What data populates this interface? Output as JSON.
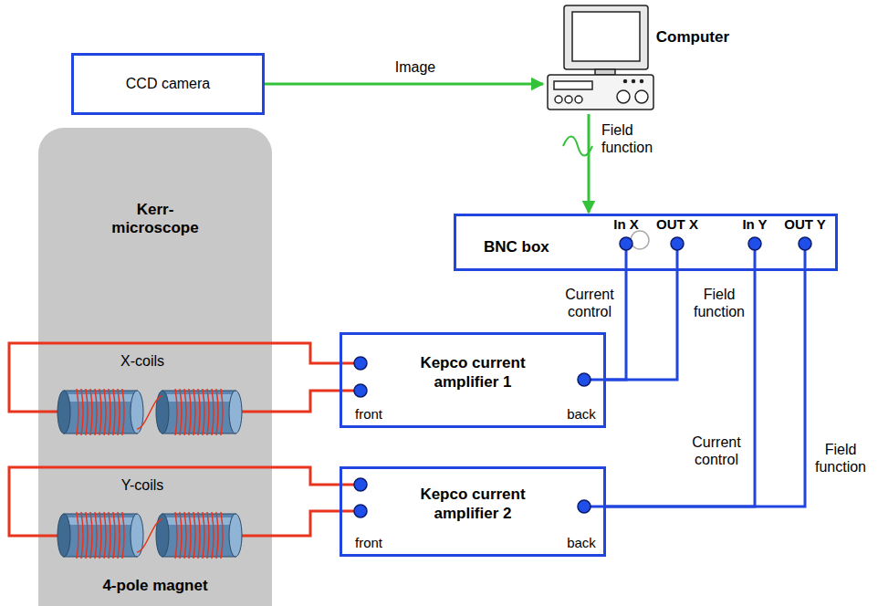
{
  "diagram": {
    "nodes": [
      {
        "text": [
          "CCD camera"
        ]
      },
      {
        "text": [
          "Computer"
        ]
      },
      {
        "text": [
          "Kerr-microscope",
          "4-pole magnet"
        ]
      },
      {
        "text": [
          "BNC box"
        ]
      },
      {
        "text": [
          "Kepco current amplifier 1"
        ]
      },
      {
        "text": [
          "Kepco current amplifier 2"
        ]
      }
    ],
    "edges": [
      {
        "from": 0,
        "to": 1,
        "arrow": "to",
        "label": "Image"
      },
      {
        "from": 1,
        "to": 3,
        "arrow": "to",
        "label": "Field function"
      },
      {
        "from": 3,
        "to": 4,
        "arrow": "none",
        "label": "Current control"
      },
      {
        "from": 3,
        "to": 4,
        "arrow": "none",
        "label": "Field function"
      },
      {
        "from": 3,
        "to": 5,
        "arrow": "none",
        "label": "Current control"
      },
      {
        "from": 3,
        "to": 5,
        "arrow": "none",
        "label": "Field function"
      }
    ],
    "labels": [
      "In X",
      "OUT X",
      "In Y",
      "OUT Y",
      "X-coils",
      "front",
      "back",
      "Y-coils",
      "front",
      "back"
    ]
  }
}
